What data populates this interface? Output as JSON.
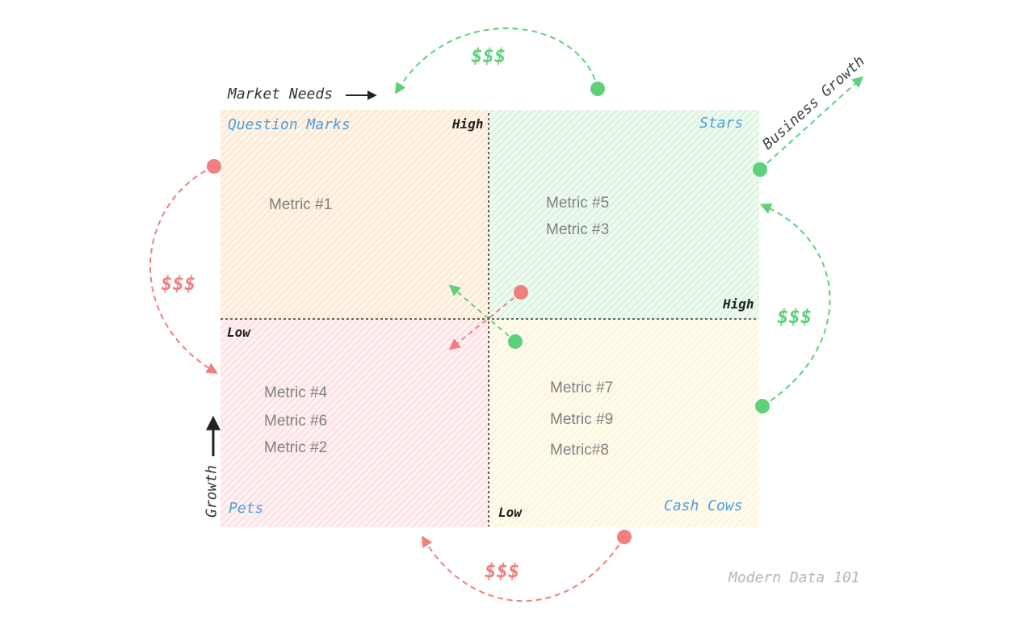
{
  "quadrants": {
    "question_marks": {
      "title": "Question Marks",
      "metrics": [
        "Metric #1"
      ]
    },
    "stars": {
      "title": "Stars",
      "metrics": [
        "Metric #5",
        "Metric #3"
      ]
    },
    "pets": {
      "title": "Pets",
      "metrics": [
        "Metric #4",
        "Metric #6",
        "Metric #2"
      ]
    },
    "cash_cows": {
      "title": "Cash Cows",
      "metrics": [
        "Metric #7",
        "Metric #9",
        "Metric#8"
      ]
    }
  },
  "axis": {
    "market_needs": "Market Needs",
    "growth": "Growth",
    "business_growth": "Business Growth",
    "high_vertical": "High",
    "high_horizontal": "High",
    "low_horizontal": "Low",
    "low_vertical": "Low"
  },
  "flows": {
    "top": "$$$",
    "left": "$$$",
    "right": "$$$",
    "bottom": "$$$"
  },
  "watermark": "Modern Data 101",
  "colors": {
    "question_marks_fill": "#fde3c7",
    "stars_fill": "#d4f2d8",
    "pets_fill": "#fdd6d9",
    "cash_cows_fill": "#fbf3d1",
    "green": "#5fd07a",
    "red": "#f07f7f",
    "title_blue": "#4a9fe0"
  }
}
